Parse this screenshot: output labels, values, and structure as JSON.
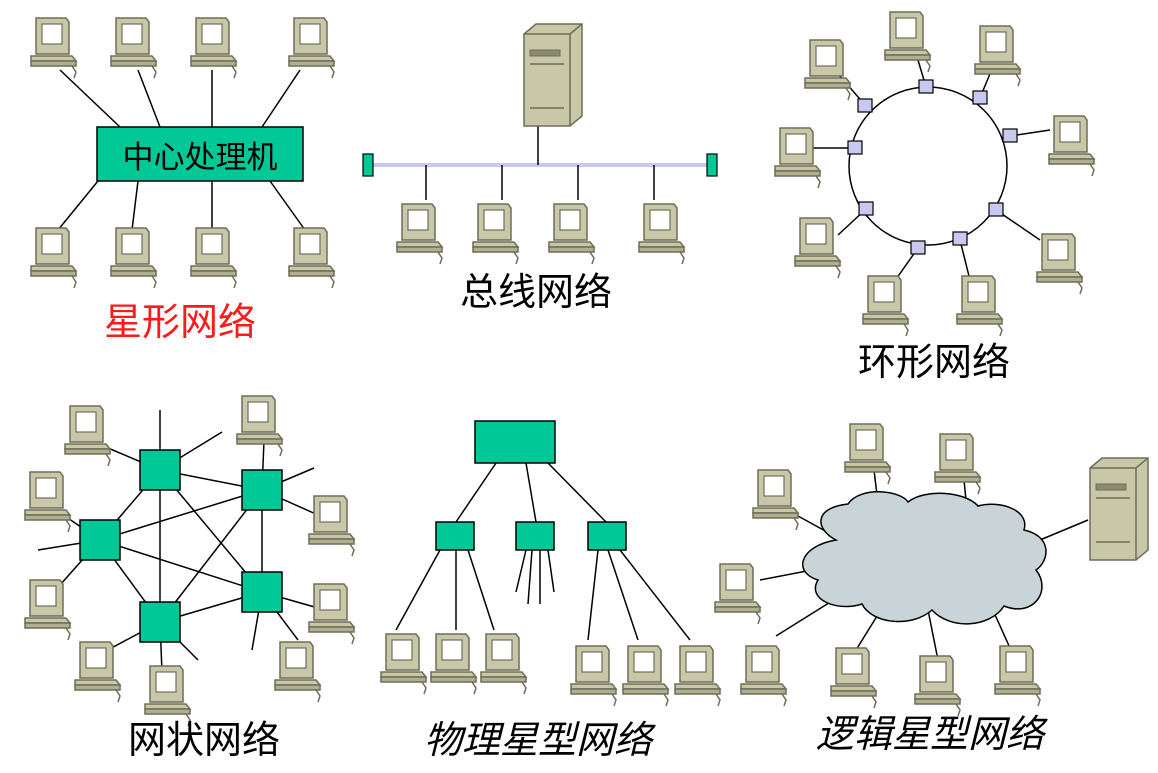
{
  "star": {
    "hub_label": "中心处理机",
    "caption": "星形网络",
    "caption_color": "#ff1a1a"
  },
  "bus": {
    "caption": "总线网络"
  },
  "ring": {
    "caption": "环形网络"
  },
  "mesh": {
    "caption": "网状网络"
  },
  "physical_star": {
    "caption": "物理星型网络"
  },
  "logical_star": {
    "caption": "逻辑星型网络"
  },
  "colors": {
    "node_green": "#00c896",
    "computer_beige": "#c8c8a8",
    "ring_node": "#c8c8f0",
    "bus_line": "#c8c8f0",
    "cloud": "#c8d4d8"
  }
}
